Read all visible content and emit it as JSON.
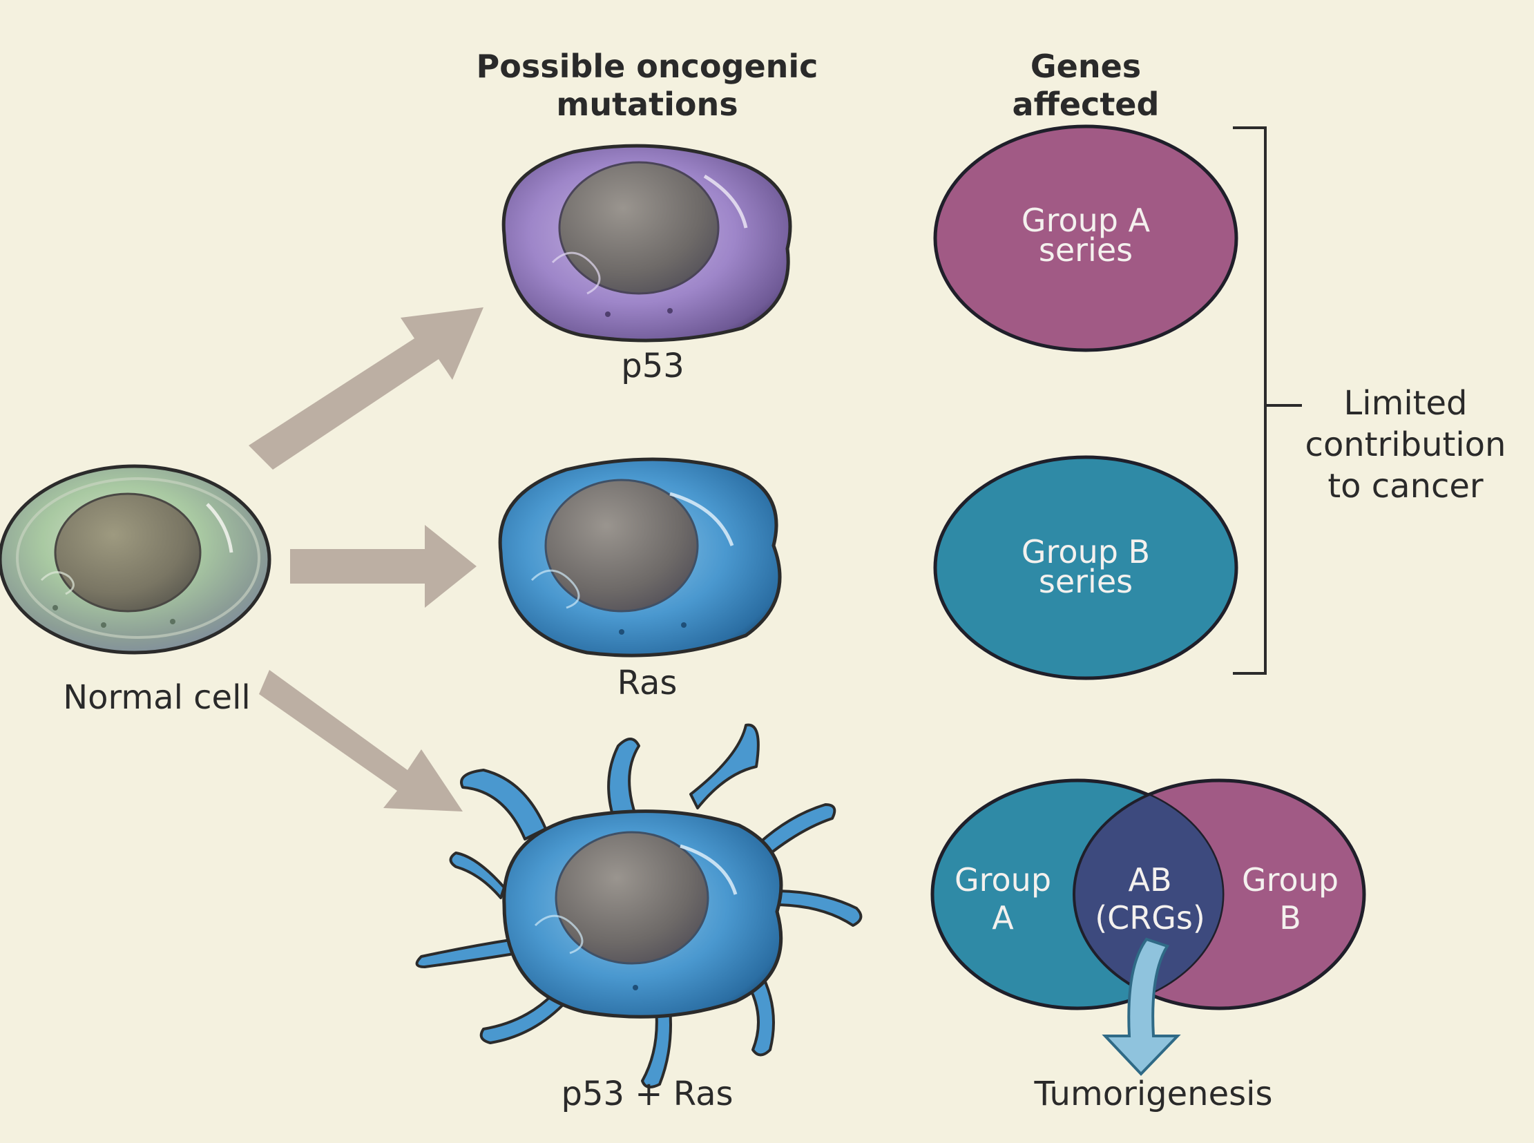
{
  "headers": {
    "mutations_line1": "Possible oncogenic",
    "mutations_line2": "mutations",
    "genes_line1": "Genes",
    "genes_line2": "affected"
  },
  "cells": {
    "normal": "Normal cell",
    "p53": "p53",
    "ras": "Ras",
    "combined": "p53 + Ras"
  },
  "groups": {
    "a_line1": "Group A",
    "a_line2": "series",
    "b_line1": "Group B",
    "b_line2": "series"
  },
  "bracket": {
    "line1": "Limited",
    "line2": "contribution",
    "line3": "to cancer"
  },
  "venn": {
    "left_line1": "Group",
    "left_line2": "A",
    "center_line1": "AB",
    "center_line2": "(CRGs)",
    "right_line1": "Group",
    "right_line2": "B"
  },
  "outcome": "Tumorigenesis",
  "colors": {
    "background": "#f4f1df",
    "group_a": "#a15a85",
    "group_b": "#2f8aa6",
    "overlap": "#3d4a7e",
    "arrow": "#b8ab9f"
  }
}
